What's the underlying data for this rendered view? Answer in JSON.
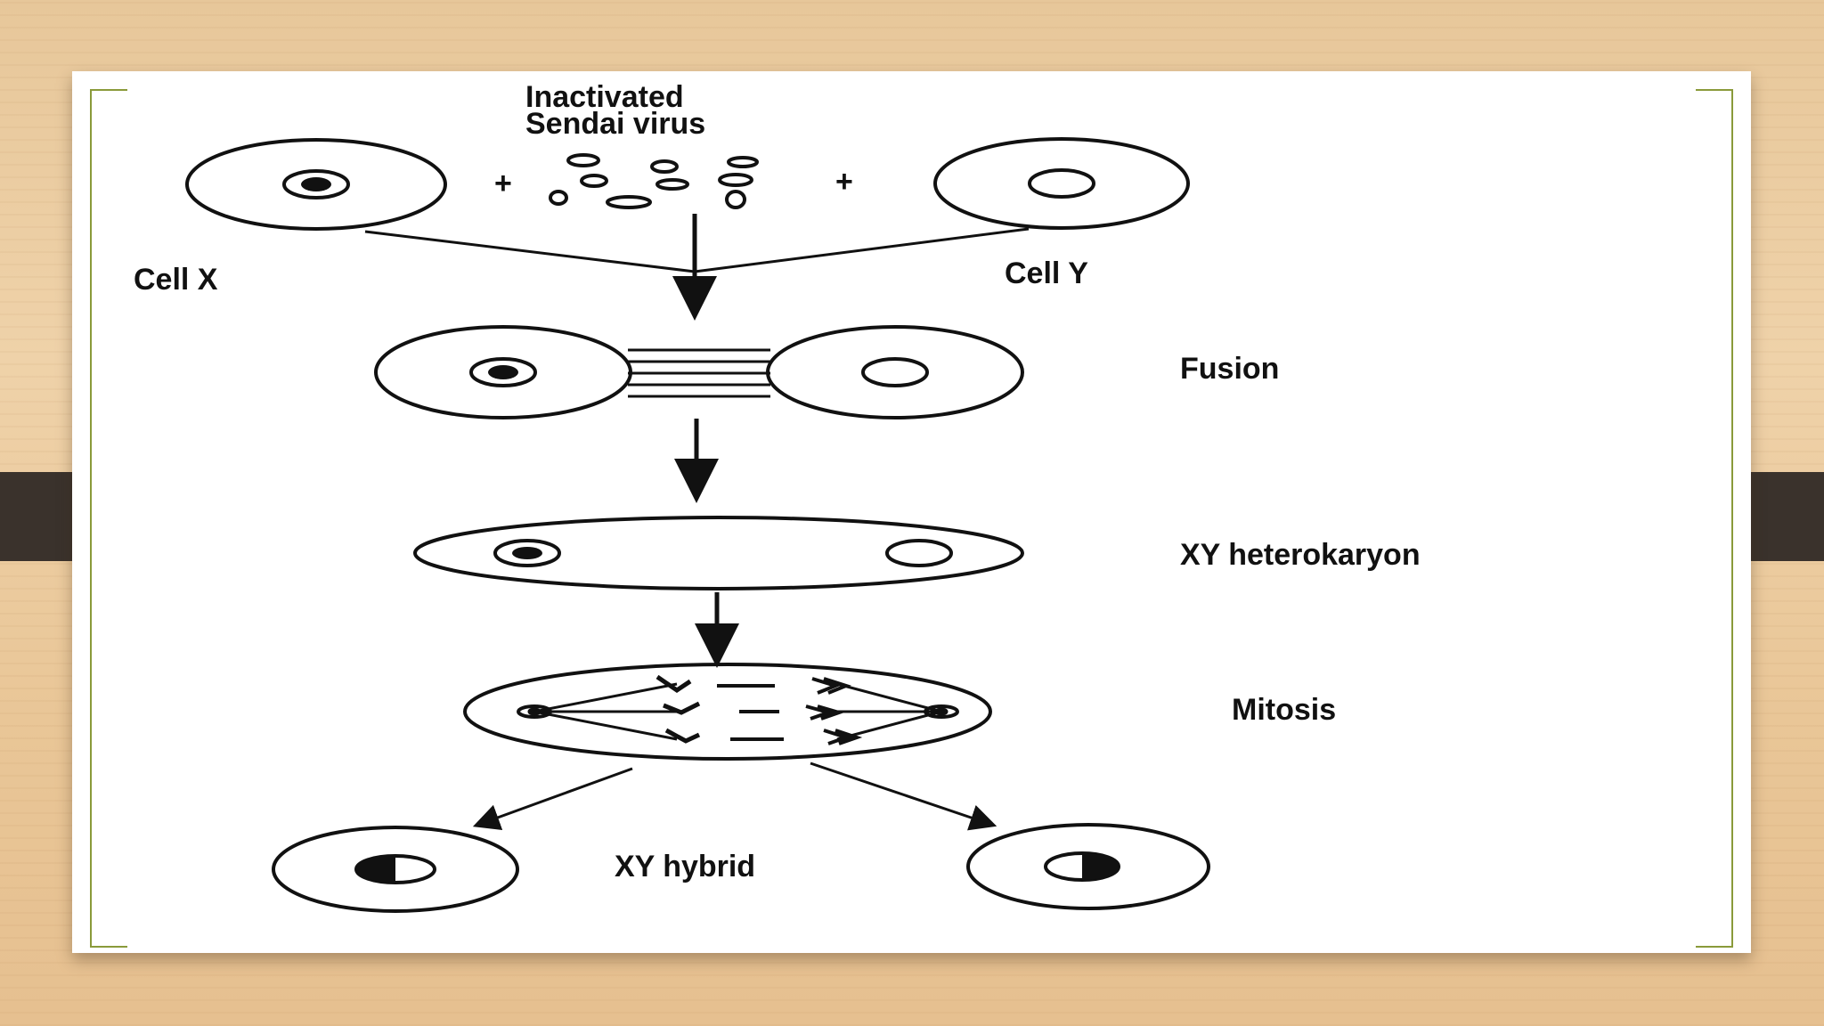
{
  "diagram": {
    "virus_label_line1": "Inactivated",
    "virus_label_line2": "Sendai virus",
    "plus_left": "+",
    "plus_right": "+",
    "cell_x": "Cell X",
    "cell_y": "Cell Y",
    "fusion": "Fusion",
    "heterokaryon": "XY heterokaryon",
    "mitosis": "Mitosis",
    "hybrid": "XY hybrid"
  }
}
